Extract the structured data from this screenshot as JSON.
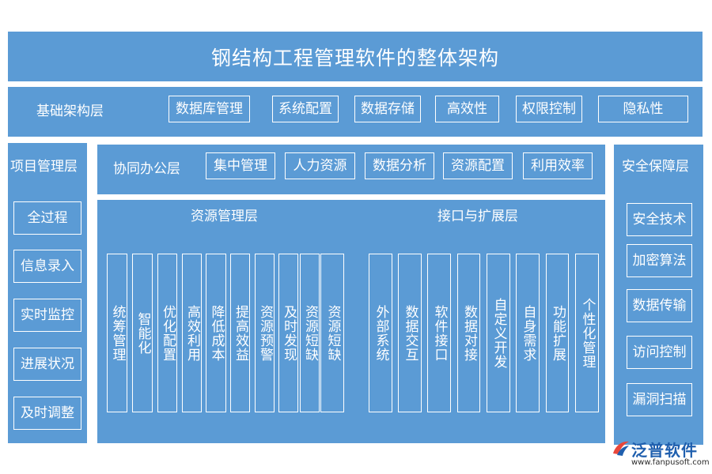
{
  "title": "钢结构工程管理软件的整体架构",
  "infrastructure": {
    "label": "基础架构层",
    "items": [
      "数据库管理",
      "系统配置",
      "数据存储",
      "高效性",
      "权限控制",
      "隐私性"
    ]
  },
  "project_mgmt": {
    "label": "项目管理层",
    "items": [
      "全过程",
      "信息录入",
      "实时监控",
      "进展状况",
      "及时调整"
    ]
  },
  "office": {
    "label": "协同办公层",
    "items": [
      "集中管理",
      "人力资源",
      "数据分析",
      "资源配置",
      "利用效率"
    ]
  },
  "resource_mgmt": {
    "label": "资源管理层",
    "items": [
      "统筹管理",
      "智能化",
      "优化配置",
      "高效利用",
      "降低成本",
      "提高效益",
      "资源预警",
      "及时发现",
      "资源短缺",
      "资源短缺"
    ]
  },
  "interface": {
    "label": "接口与扩展层",
    "items": [
      "外部系统",
      "数据交互",
      "软件接口",
      "数据对接",
      "自定义开发",
      "自身需求",
      "功能扩展",
      "个性化管理"
    ]
  },
  "security": {
    "label": "安全保障层",
    "items": [
      "安全技术",
      "加密算法",
      "数据传输",
      "访问控制",
      "漏洞扫描"
    ]
  },
  "watermark": {
    "brand": "泛普软件",
    "url": "www.fanpusoft.com",
    "logo_icon": "fanpu-logo-icon"
  },
  "colors": {
    "panel": "#5b9bd5",
    "text": "#ffffff",
    "brand": "#1f5fae"
  }
}
